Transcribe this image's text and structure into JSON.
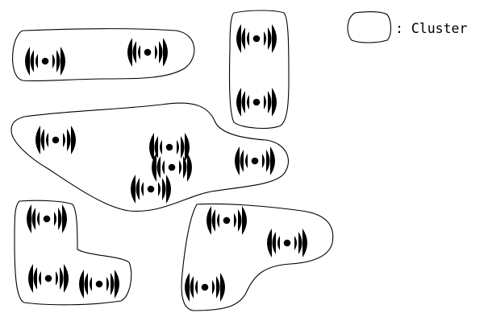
{
  "legend": {
    "label": ": Cluster",
    "symbol_name": "cluster-outline-swatch"
  },
  "icon_name": "wireless-sensor-icon",
  "colors": {
    "stroke": "#000000",
    "background": "#ffffff"
  },
  "clusters": [
    {
      "name": "cluster-1",
      "sensor_count": 2
    },
    {
      "name": "cluster-2",
      "sensor_count": 2
    },
    {
      "name": "cluster-3",
      "sensor_count": 5
    },
    {
      "name": "cluster-4",
      "sensor_count": 3
    },
    {
      "name": "cluster-5",
      "sensor_count": 3
    }
  ]
}
